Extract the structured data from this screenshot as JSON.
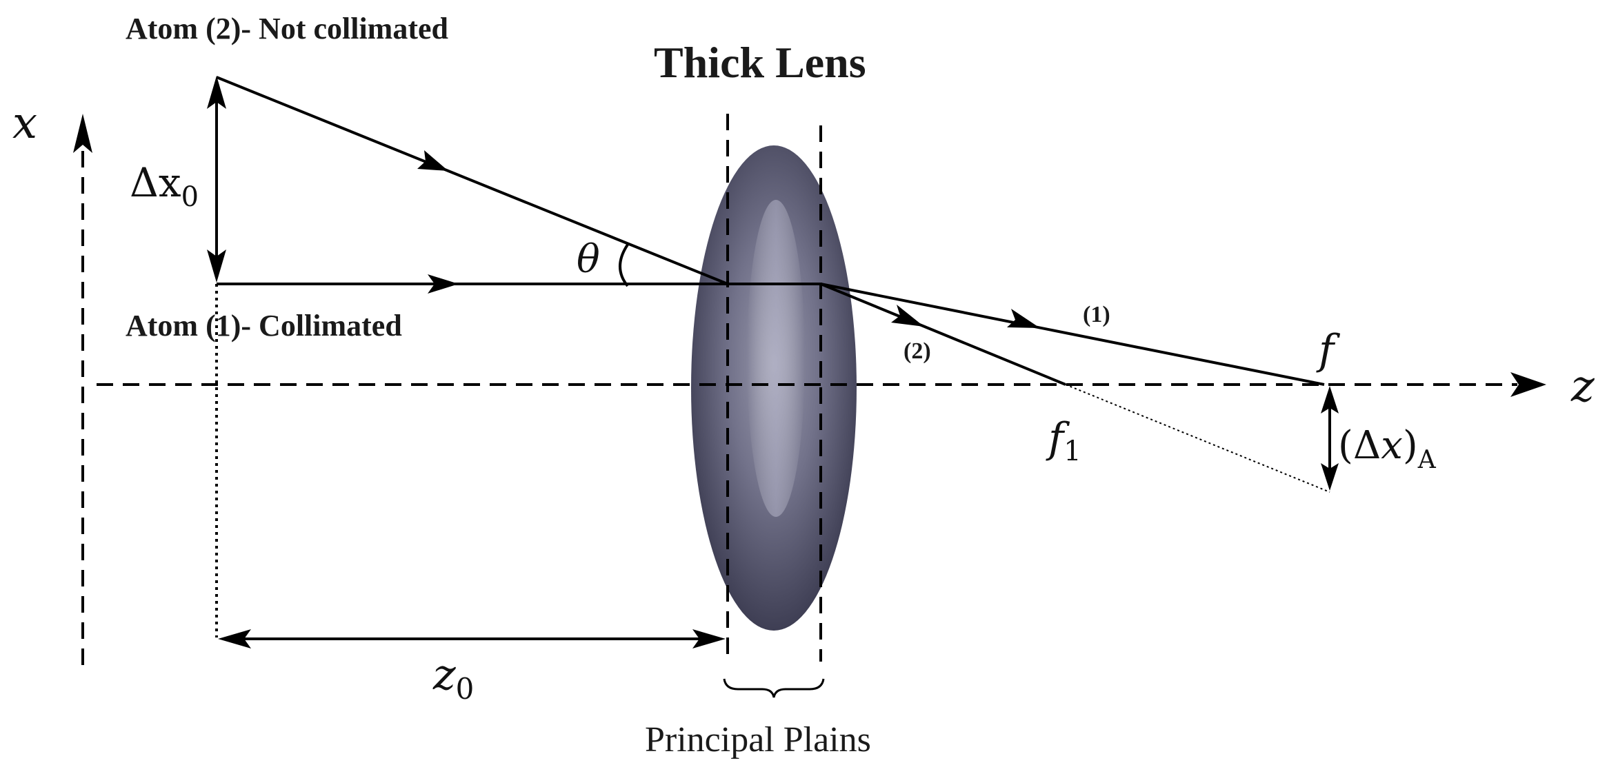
{
  "title": "Thick Lens",
  "atom2_label": "Atom (2)- Not collimated",
  "atom1_label": "Atom (1)- Collimated",
  "principal_planes_label": "Principal Plains",
  "axis_x_label": "x",
  "axis_z_label": "z",
  "delta_x0": {
    "symbol": "Δx",
    "sub": "0"
  },
  "theta_label": "θ",
  "z0": {
    "symbol": "z",
    "sub": "0"
  },
  "f_label": "f",
  "f1": {
    "symbol": "f",
    "sub": "1"
  },
  "delta_x_A": {
    "open": "(Δ",
    "var": "x",
    "close": ")",
    "sub": "A"
  },
  "ray1_label": "(1)",
  "ray2_label": "(2)",
  "colors": {
    "line": "#000000",
    "lens_dark": "#3a3a48",
    "lens_light": "#9a9aae"
  }
}
